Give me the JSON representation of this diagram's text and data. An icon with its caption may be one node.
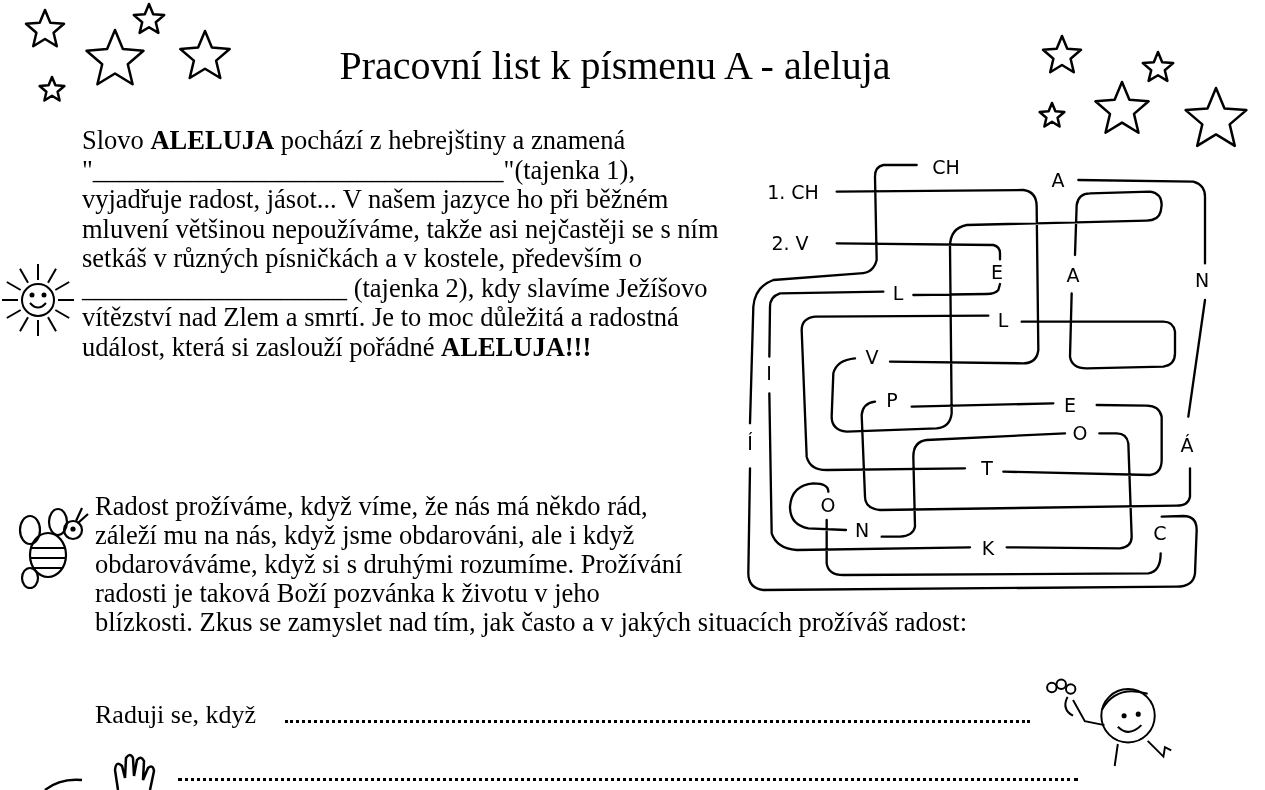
{
  "diagram": {
    "title": "Pracovní list k písmenu A - aleluja",
    "labels": [
      "Slovo **ALELUJA** pochází z hebrejštiny a znamená \"_______________________________\"(tajenka 1), vyjadřuje radost, jásot... V našem jazyce ho při běžném mluvení většinou nepoužíváme, takže asi nejčastěji se s ním setkáš v různých písničkách a v kostele, především o ____________________ (tajenka 2), kdy slavíme Ježíšovo vítězství nad Zlem a smrtí. Je to moc důležitá a radostná událost, která si zaslouží pořádné **ALELUJA!!!**",
      "CH",
      "1. CH",
      "A",
      "2. V",
      "E",
      "A",
      "N",
      "L",
      "L",
      "V",
      "I",
      "P",
      "E",
      "Í",
      "O",
      "Á",
      "T",
      "O",
      "N",
      "K",
      "C",
      "Radost prožíváme, když víme, že nás má někdo rád, záleží mu na nás, když jsme obdarováni, ale i když obdarováváme, když si s druhými rozumíme. Prožívání radosti je taková Boží pozvánka k životu v jeho blízkosti. Zkus se zamyslet nad tím, jak často a v jakých situacích prožíváš radost:",
      "Raduji se, když"
    ]
  }
}
